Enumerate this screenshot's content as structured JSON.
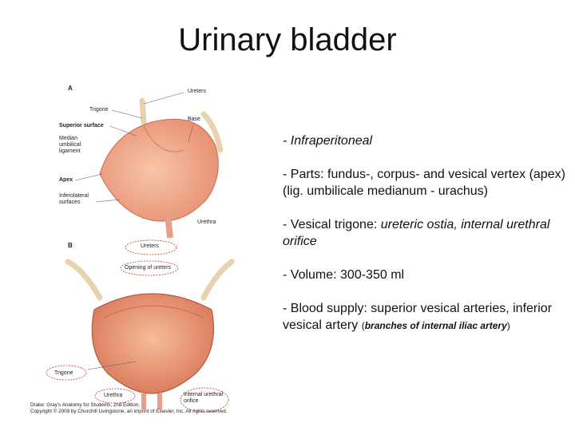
{
  "title": "Urinary bladder",
  "figure": {
    "panel_a": "A",
    "panel_b": "B",
    "labels_a": {
      "ureters": "Ureters",
      "trigone": "Trigone",
      "superior_surface": "Superior surface",
      "base": "Base",
      "median_umbilical_1": "Median",
      "median_umbilical_2": "umbilical",
      "median_umbilical_3": "ligament",
      "apex": "Apex",
      "inferolateral_1": "Inferolateral",
      "inferolateral_2": "surfaces",
      "urethra": "Urethra"
    },
    "labels_b": {
      "ureters": "Ureters",
      "opening_of_ureters": "Opening of ureters",
      "trigone": "Trigone",
      "urethra": "Urethra",
      "internal_urethral_1": "Internal urethral",
      "internal_urethral_2": "orifice"
    },
    "copyright_1": "Drake: Gray's Anatomy for Students, 2nd Edition.",
    "copyright_2": "Copyright © 2009 by Churchill Livingstone, an imprint of Elsevier, Inc. All rights reserved."
  },
  "bullets": {
    "b1": "- Infraperitoneal",
    "b2": "- Parts: fundus-, corpus- and vesical vertex (apex) (lig. umbilicale medianum - urachus)",
    "b3_prefix": "- Vesical trigone: ",
    "b3_italic": "ureteric ostia, internal urethral orifice",
    "b4": "- Volume: 300-350 ml",
    "b5_main": "- Blood supply: superior vesical arteries, inferior vesical artery ",
    "b5_paren_open": "(",
    "b5_small": "branches of internal iliac artery",
    "b5_paren_close": ")"
  }
}
